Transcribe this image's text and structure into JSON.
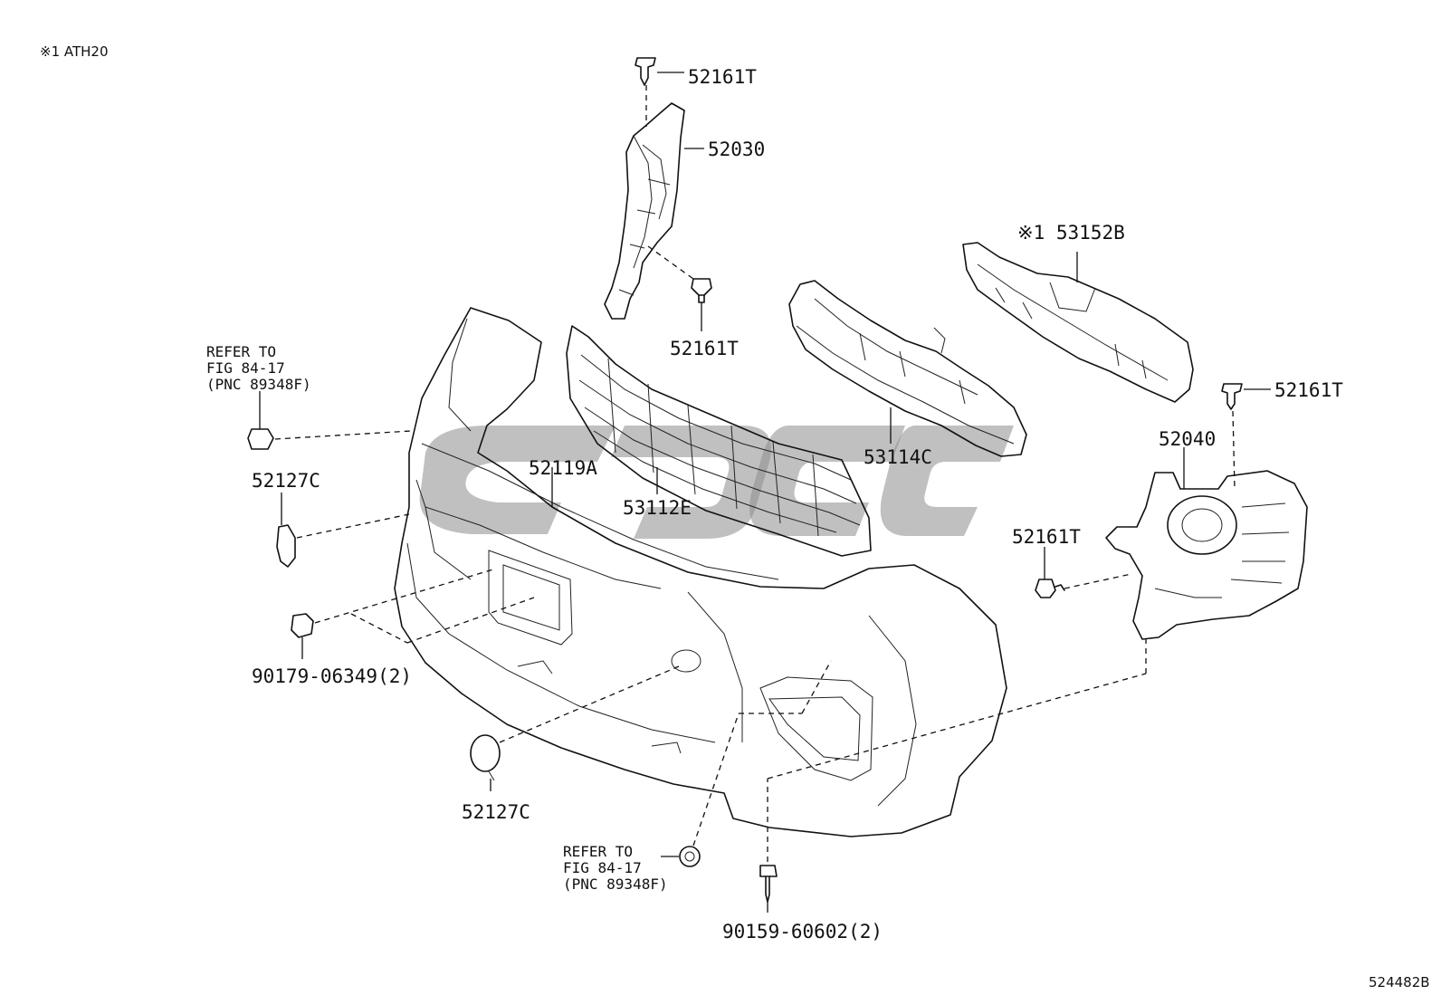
{
  "header_note": "※1  ATH20",
  "figure_code": "524482B",
  "labels": {
    "p52161T_top": "52161T",
    "p52030": "52030",
    "p52161T_mid": "52161T",
    "p53152B": "※1 53152B",
    "p52161T_right": "52161T",
    "p52040": "52040",
    "p52161T_lower": "52161T",
    "p53114C": "53114C",
    "p53112E": "53112E",
    "p52119A": "52119A",
    "p52127C_left": "52127C",
    "p90179": "90179-06349(2)",
    "p52127C_bottom": "52127C",
    "p90159": "90159-60602(2)"
  },
  "refer_left": {
    "line1": "REFER TO",
    "line2": "FIG 84-17",
    "line3": "(PNC 89348F)"
  },
  "refer_bottom": {
    "line1": "REFER TO",
    "line2": "FIG 84-17",
    "line3": "(PNC 89348F)"
  }
}
